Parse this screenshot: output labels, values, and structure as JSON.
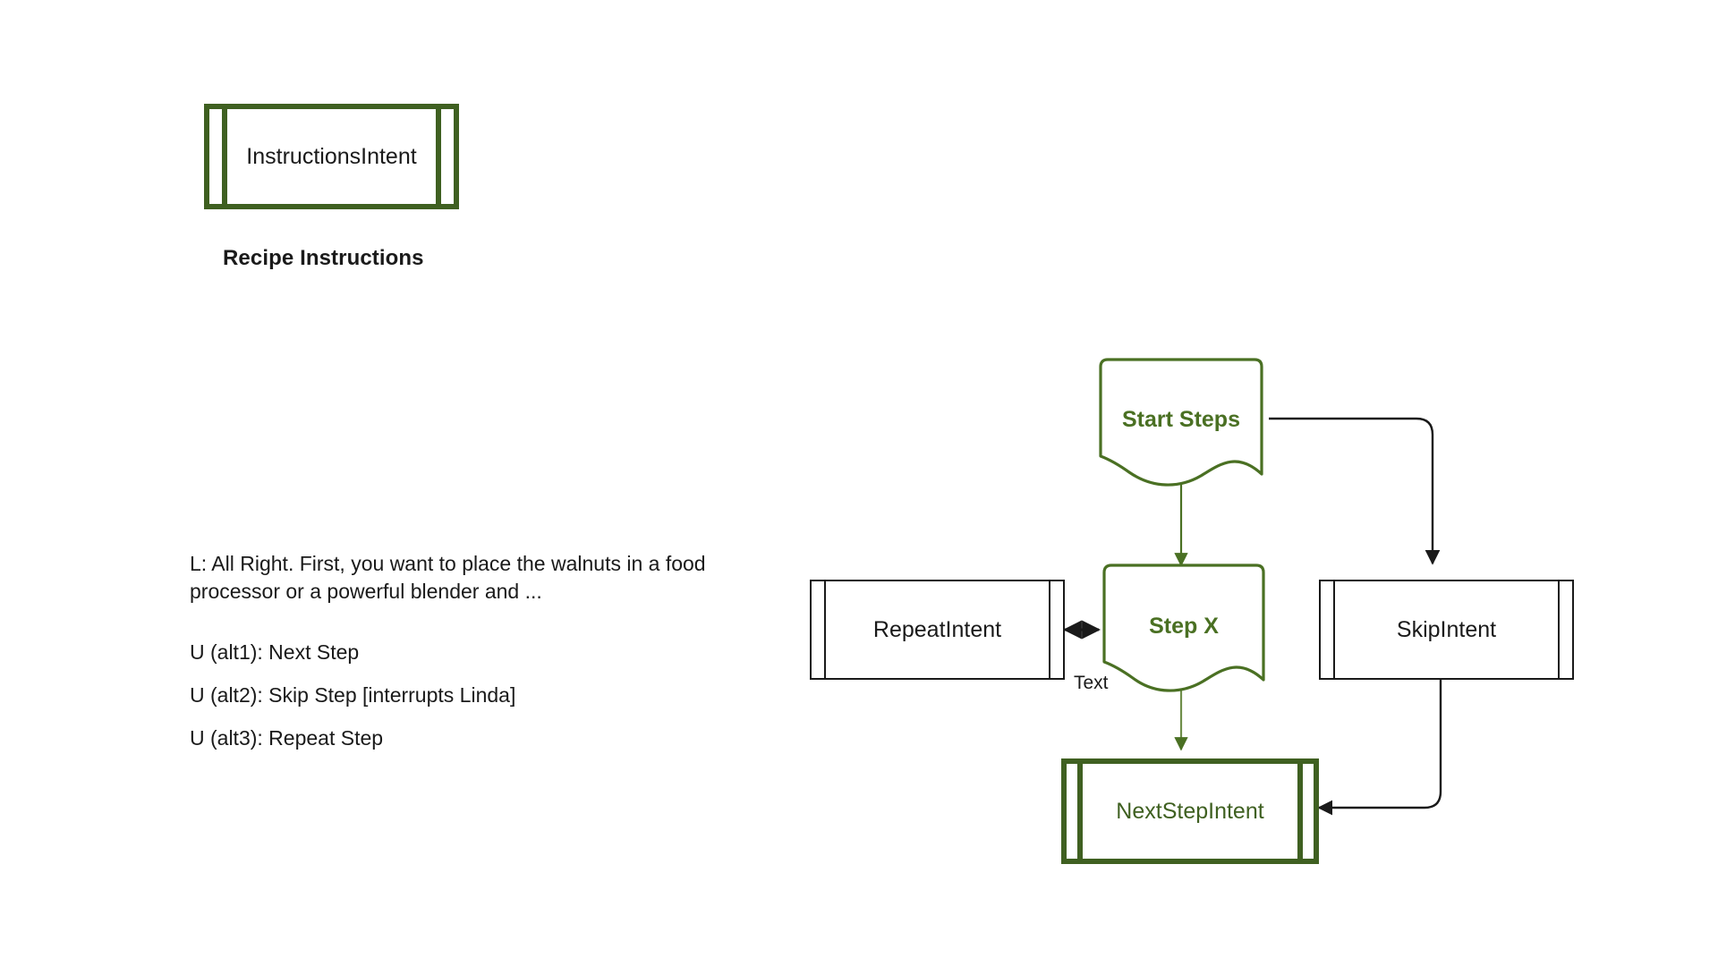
{
  "diagram": {
    "title_caption": "Recipe Instructions",
    "colors": {
      "green": "#3f6021",
      "green_light": "#4a7023",
      "black": "#1a1a1a",
      "background": "#ffffff"
    },
    "nodes": {
      "instructions_intent": {
        "label": "InstructionsIntent",
        "shape": "predefined-process",
        "color": "green-frame-black-text"
      },
      "start_steps": {
        "label": "Start Steps",
        "shape": "document",
        "color": "green"
      },
      "step_x": {
        "label": "Step X",
        "shape": "document",
        "color": "green"
      },
      "repeat_intent": {
        "label": "RepeatIntent",
        "shape": "predefined-process",
        "color": "black"
      },
      "skip_intent": {
        "label": "SkipIntent",
        "shape": "predefined-process",
        "color": "black"
      },
      "next_step_intent": {
        "label": "NextStepIntent",
        "shape": "predefined-process",
        "color": "green"
      }
    },
    "edge_labels": {
      "repeat_step_text": "Text"
    }
  },
  "transcript": {
    "system_line": "L: All Right. First, you want to place the walnuts in a food processor or a powerful blender and ...",
    "alternatives": [
      "U (alt1): Next Step",
      "U (alt2): Skip Step [interrupts Linda]",
      "U (alt3): Repeat Step"
    ]
  }
}
